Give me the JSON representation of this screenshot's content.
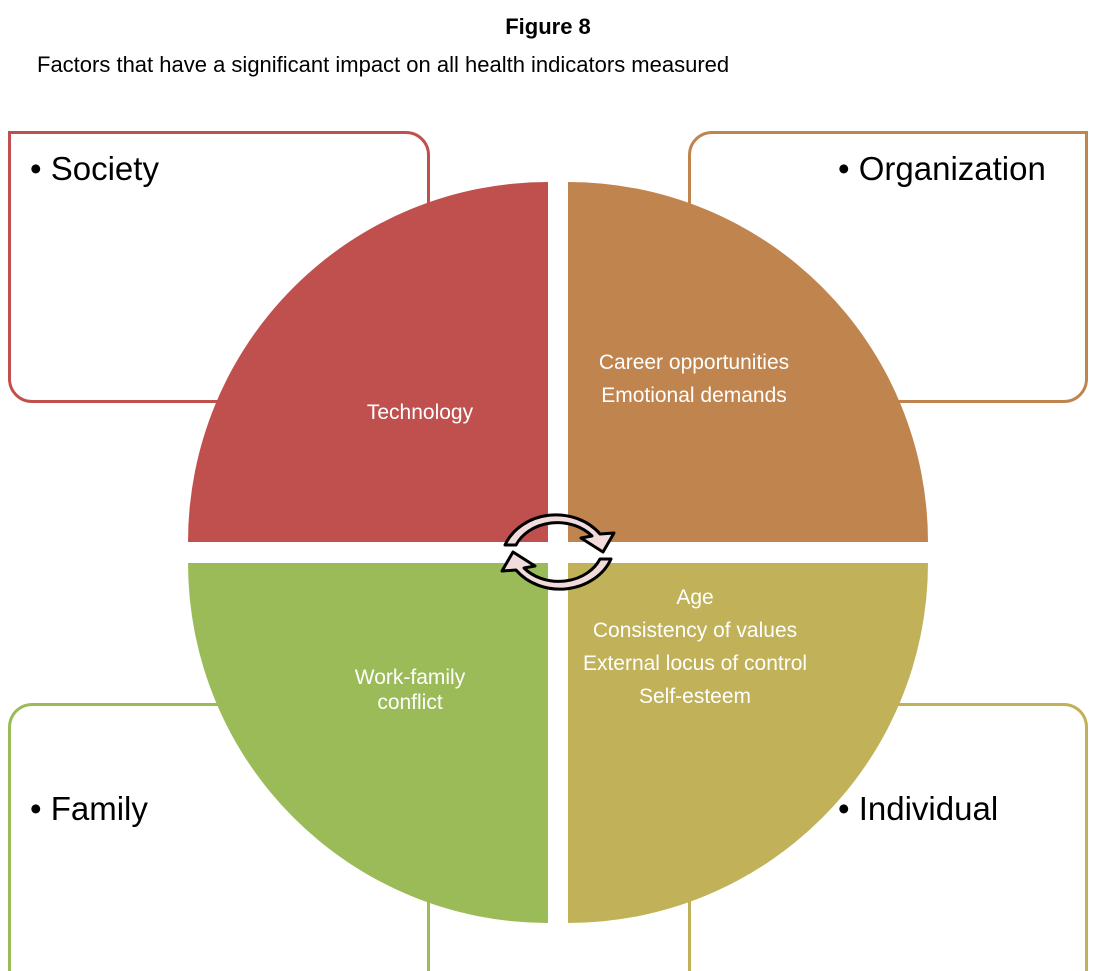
{
  "figure": {
    "title": "Figure 8",
    "subtitle": "Factors that have a significant impact on all health indicators measured"
  },
  "corners": {
    "society": "• Society",
    "organization": "• Organization",
    "family": "• Family",
    "individual": "• Individual"
  },
  "quadrants": {
    "society": {
      "color": "#c0504d",
      "items": [
        "Technology"
      ]
    },
    "organization": {
      "color": "#c0844f",
      "items": [
        "Career opportunities",
        "Emotional demands"
      ]
    },
    "family": {
      "color": "#9bbb59",
      "items": [
        "Work-family conflict"
      ]
    },
    "individual": {
      "color": "#c1b159",
      "items": [
        "Age",
        "Consistency of values",
        "External locus of control",
        "Self-esteem"
      ]
    }
  },
  "center_icon": "cycle-arrows-icon"
}
